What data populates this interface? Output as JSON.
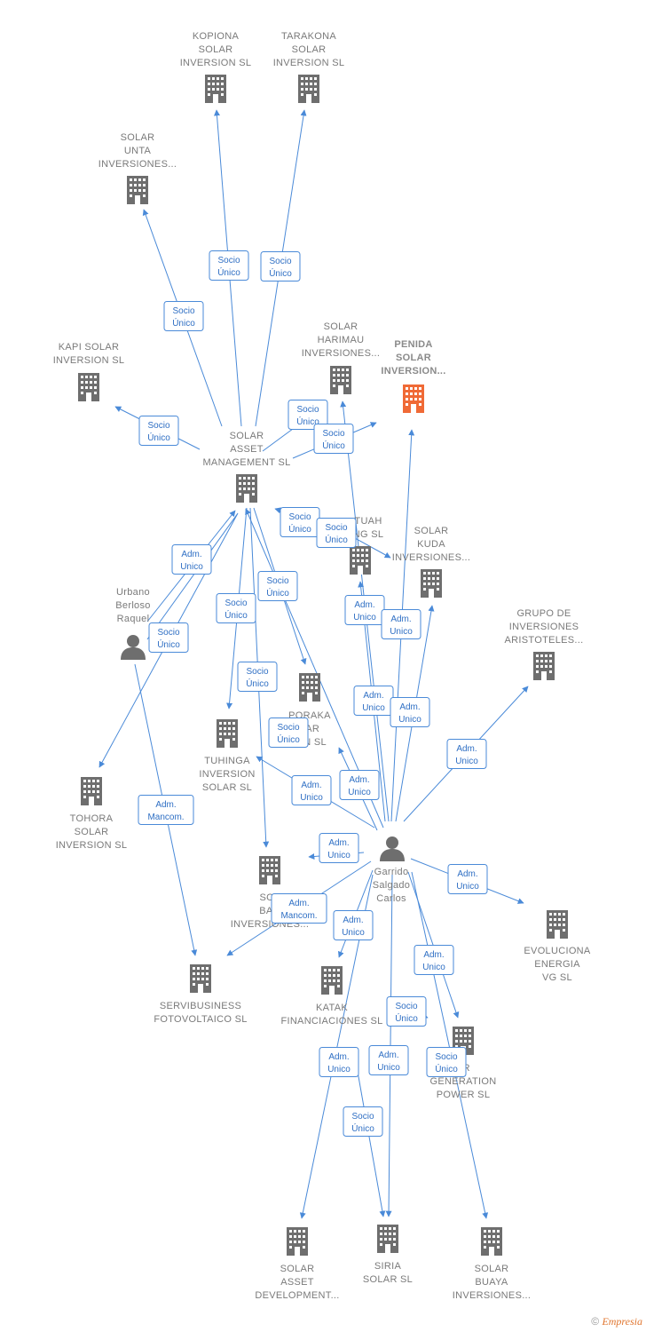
{
  "colors": {
    "company": "#6e6e6e",
    "focus": "#f06a36",
    "person": "#6e6e6e",
    "edge": "#4a8ad8"
  },
  "nodes": [
    {
      "id": "kopiona",
      "type": "company",
      "label": [
        "KOPIONA",
        "SOLAR",
        "INVERSION  SL"
      ]
    },
    {
      "id": "tarakona",
      "type": "company",
      "label": [
        "TARAKONA",
        "SOLAR",
        "INVERSION  SL"
      ]
    },
    {
      "id": "unta",
      "type": "company",
      "label": [
        "SOLAR",
        "UNTA",
        "INVERSIONES..."
      ]
    },
    {
      "id": "kapi",
      "type": "company",
      "label": [
        "KAPI SOLAR",
        "INVERSION  SL"
      ]
    },
    {
      "id": "harimau",
      "type": "company",
      "label": [
        "SOLAR",
        "HARIMAU",
        "INVERSIONES..."
      ]
    },
    {
      "id": "penida",
      "type": "focus",
      "label": [
        "PENIDA",
        "SOLAR",
        "INVERSION..."
      ]
    },
    {
      "id": "sam",
      "type": "company",
      "label": [
        "SOLAR",
        "ASSET",
        "MANAGEMENT SL"
      ]
    },
    {
      "id": "tuah",
      "type": "company",
      "label": [
        "TUAH",
        "NG  SL"
      ]
    },
    {
      "id": "kuda",
      "type": "company",
      "label": [
        "SOLAR",
        "KUDA",
        "INVERSIONES..."
      ]
    },
    {
      "id": "aristoteles",
      "type": "company",
      "label": [
        "GRUPO DE",
        "INVERSIONES",
        "ARISTOTELES..."
      ]
    },
    {
      "id": "urbano",
      "type": "person",
      "label": [
        "Urbano",
        "Berloso",
        "Raquel"
      ]
    },
    {
      "id": "poraka",
      "type": "company",
      "label": [
        "PORAKA",
        "LAR",
        "ION  SL"
      ]
    },
    {
      "id": "tuhinga",
      "type": "company",
      "label": [
        "TUHINGA",
        "INVERSION",
        "SOLAR  SL"
      ]
    },
    {
      "id": "tohora",
      "type": "company",
      "label": [
        "TOHORA",
        "SOLAR",
        "INVERSION  SL"
      ]
    },
    {
      "id": "garrido",
      "type": "person",
      "label": [
        "Garrido",
        "Salgado",
        "Carlos"
      ]
    },
    {
      "id": "badi",
      "type": "company",
      "label": [
        "SOL",
        "BAD",
        "INVERSIONES..."
      ]
    },
    {
      "id": "evoluciona",
      "type": "company",
      "label": [
        "EVOLUCIONA",
        "ENERGIA",
        "VG  SL"
      ]
    },
    {
      "id": "servibusiness",
      "type": "company",
      "label": [
        "SERVIBUSINESS",
        "FOTOVOLTAICO SL"
      ]
    },
    {
      "id": "katak",
      "type": "company",
      "label": [
        "KATAK",
        "FINANCIACIONES SL"
      ]
    },
    {
      "id": "generation",
      "type": "company",
      "label": [
        "AR",
        "GENERATION",
        "POWER SL"
      ]
    },
    {
      "id": "sad",
      "type": "company",
      "label": [
        "SOLAR",
        "ASSET",
        "DEVELOPMENT..."
      ]
    },
    {
      "id": "siria",
      "type": "company",
      "label": [
        "SIRIA",
        "SOLAR SL"
      ]
    },
    {
      "id": "buaya",
      "type": "company",
      "label": [
        "SOLAR",
        "BUAYA",
        "INVERSIONES..."
      ]
    }
  ],
  "edges": [
    {
      "label": [
        "Socio",
        "Único"
      ]
    },
    {
      "label": [
        "Socio",
        "Único"
      ]
    },
    {
      "label": [
        "Socio",
        "Único"
      ]
    },
    {
      "label": [
        "Socio",
        "Único"
      ]
    },
    {
      "label": [
        "Socio",
        "Único"
      ]
    },
    {
      "label": [
        "Socio",
        "Único"
      ]
    },
    {
      "label": [
        "Socio",
        "Único"
      ]
    },
    {
      "label": [
        "Socio",
        "Único"
      ]
    },
    {
      "label": [
        "Socio",
        "Único"
      ]
    },
    {
      "label": [
        "Socio",
        "Único"
      ]
    },
    {
      "label": [
        "Socio",
        "Único"
      ]
    },
    {
      "label": [
        "Adm.",
        "Unico"
      ]
    },
    {
      "label": [
        "Socio",
        "Único"
      ]
    },
    {
      "label": [
        "Adm.",
        "Unico"
      ]
    },
    {
      "label": [
        "Adm.",
        "Unico"
      ]
    },
    {
      "label": [
        "Adm.",
        "Unico"
      ]
    },
    {
      "label": [
        "Adm.",
        "Unico"
      ]
    },
    {
      "label": [
        "Adm.",
        "Unico"
      ]
    },
    {
      "label": [
        "Adm.",
        "Unico"
      ]
    },
    {
      "label": [
        "Socio",
        "Único"
      ]
    },
    {
      "label": [
        "Adm.",
        "Unico"
      ]
    },
    {
      "label": [
        "Adm.",
        "Unico"
      ]
    },
    {
      "label": [
        "Adm.",
        "Unico"
      ]
    },
    {
      "label": [
        "Adm.",
        "Mancom."
      ]
    },
    {
      "label": [
        "Adm.",
        "Mancom."
      ]
    },
    {
      "label": [
        "Adm.",
        "Unico"
      ]
    },
    {
      "label": [
        "Adm.",
        "Unico"
      ]
    },
    {
      "label": [
        "Socio",
        "Único"
      ]
    },
    {
      "label": [
        "Adm.",
        "Unico"
      ]
    },
    {
      "label": [
        "Adm.",
        "Unico"
      ]
    },
    {
      "label": [
        "Socio",
        "Único"
      ]
    },
    {
      "label": [
        "Socio",
        "Único"
      ]
    }
  ],
  "footer": {
    "copyright": "©",
    "brand": "Empresia"
  }
}
